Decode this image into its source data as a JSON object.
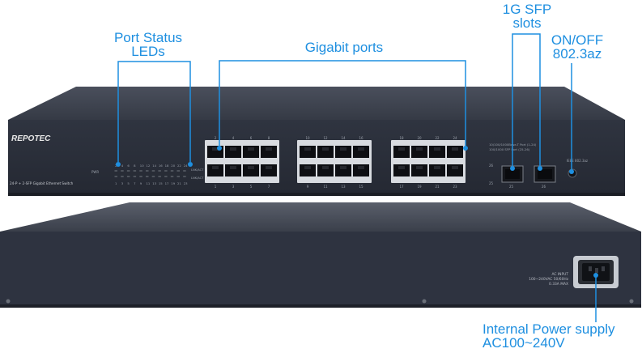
{
  "callouts": {
    "port_status": [
      "Port Status",
      "LEDs"
    ],
    "gigabit": "Gigabit ports",
    "sfp": [
      "1G SFP",
      "slots"
    ],
    "onoff": [
      "ON/OFF",
      "802.3az"
    ],
    "power": [
      "Internal Power supply",
      "AC100~240V"
    ]
  },
  "front": {
    "brand": "REPOTEC",
    "model": "24-P + 2-SFP Gigabit Ethernet Switch",
    "pwr": "PWR",
    "led_top": [
      "2",
      "4",
      "6",
      "8",
      "10",
      "12",
      "14",
      "16",
      "18",
      "20",
      "22",
      "24"
    ],
    "led_bottom": [
      "1",
      "3",
      "5",
      "7",
      "9",
      "11",
      "13",
      "15",
      "17",
      "19",
      "21",
      "23"
    ],
    "led_side_top": "LNK/ACT",
    "led_side_bottom": "LNK/ACT",
    "port_top": [
      "2",
      "4",
      "6",
      "8",
      "10",
      "12",
      "14",
      "16",
      "18",
      "20",
      "22",
      "24"
    ],
    "port_bottom": [
      "1",
      "3",
      "5",
      "7",
      "9",
      "11",
      "13",
      "15",
      "17",
      "19",
      "21",
      "23"
    ],
    "speed_line1": "10/100/1000Base-T Port (1-24)",
    "speed_line2": "100/1000 SFP Port (25-26)",
    "sfp_led_top": "26",
    "sfp_led_bottom": "25",
    "sfp_labels": [
      "25",
      "26"
    ],
    "eee_label": "IEEE 802.3az"
  },
  "rear": {
    "ac_lines": [
      "AC INPUT",
      "100~240VAC 50/60Hz",
      "0.33A MAX"
    ]
  },
  "colors": {
    "accent": "#1e8fe0",
    "chassis": "#2e3340"
  }
}
